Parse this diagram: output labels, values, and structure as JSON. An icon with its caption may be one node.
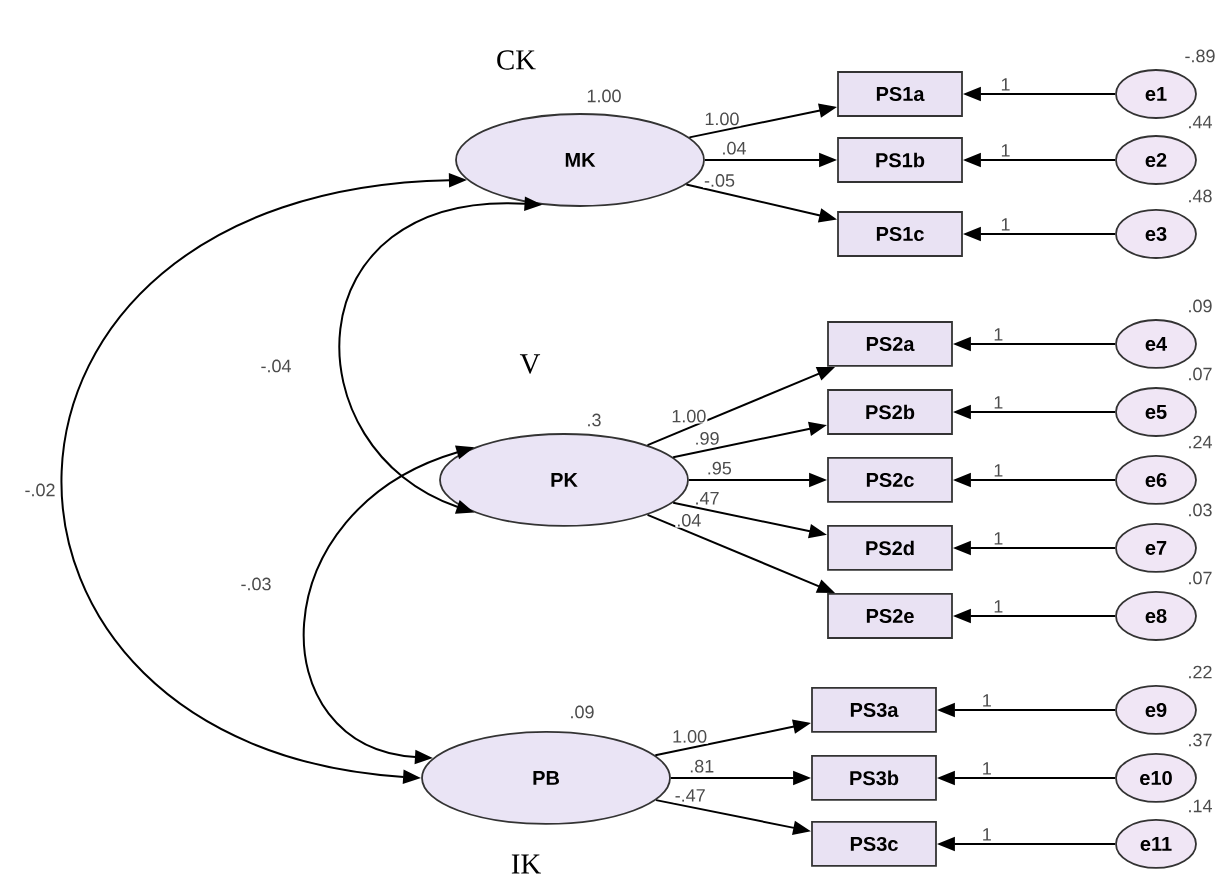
{
  "diagram": {
    "nodes": [
      {
        "text": [
          "MK"
        ],
        "beside": [
          "1.00"
        ]
      },
      {
        "text": [
          "PK"
        ],
        "beside": [
          ".3"
        ]
      },
      {
        "text": [
          "PB"
        ],
        "beside": [
          ".09"
        ]
      },
      {
        "text": [
          "PS1a"
        ]
      },
      {
        "text": [
          "PS1b"
        ]
      },
      {
        "text": [
          "PS1c"
        ]
      },
      {
        "text": [
          "PS2a"
        ]
      },
      {
        "text": [
          "PS2b"
        ]
      },
      {
        "text": [
          "PS2c"
        ]
      },
      {
        "text": [
          "PS2d"
        ]
      },
      {
        "text": [
          "PS2e"
        ]
      },
      {
        "text": [
          "PS3a"
        ]
      },
      {
        "text": [
          "PS3b"
        ]
      },
      {
        "text": [
          "PS3c"
        ]
      },
      {
        "text": [
          "e1"
        ],
        "beside": [
          "-.89"
        ]
      },
      {
        "text": [
          "e2"
        ],
        "beside": [
          ".44"
        ]
      },
      {
        "text": [
          "e3"
        ],
        "beside": [
          ".48"
        ]
      },
      {
        "text": [
          "e4"
        ],
        "beside": [
          ".09"
        ]
      },
      {
        "text": [
          "e5"
        ],
        "beside": [
          ".07"
        ]
      },
      {
        "text": [
          "e6"
        ],
        "beside": [
          ".24"
        ]
      },
      {
        "text": [
          "e7"
        ],
        "beside": [
          ".03"
        ]
      },
      {
        "text": [
          "e8"
        ],
        "beside": [
          ".07"
        ]
      },
      {
        "text": [
          "e9"
        ],
        "beside": [
          ".22"
        ]
      },
      {
        "text": [
          "e10"
        ],
        "beside": [
          ".37"
        ]
      },
      {
        "text": [
          "e11"
        ],
        "beside": [
          ".14"
        ]
      }
    ],
    "edges": [
      {
        "from": 0,
        "to": 3,
        "arrow": "to",
        "label": "1.00"
      },
      {
        "from": 0,
        "to": 4,
        "arrow": "to",
        "label": ".04"
      },
      {
        "from": 0,
        "to": 5,
        "arrow": "to",
        "label": "-.05"
      },
      {
        "from": 1,
        "to": 6,
        "arrow": "to",
        "label": "1.00"
      },
      {
        "from": 1,
        "to": 7,
        "arrow": "to",
        "label": ".99"
      },
      {
        "from": 1,
        "to": 8,
        "arrow": "to",
        "label": ".95"
      },
      {
        "from": 1,
        "to": 9,
        "arrow": "to",
        "label": ".47"
      },
      {
        "from": 1,
        "to": 10,
        "arrow": "to",
        "label": ".04"
      },
      {
        "from": 2,
        "to": 11,
        "arrow": "to",
        "label": "1.00"
      },
      {
        "from": 2,
        "to": 12,
        "arrow": "to",
        "label": ".81"
      },
      {
        "from": 2,
        "to": 13,
        "arrow": "to",
        "label": "-.47"
      },
      {
        "from": 14,
        "to": 3,
        "arrow": "to",
        "label": "1"
      },
      {
        "from": 15,
        "to": 4,
        "arrow": "to",
        "label": "1"
      },
      {
        "from": 16,
        "to": 5,
        "arrow": "to",
        "label": "1"
      },
      {
        "from": 17,
        "to": 6,
        "arrow": "to",
        "label": "1"
      },
      {
        "from": 18,
        "to": 7,
        "arrow": "to",
        "label": "1"
      },
      {
        "from": 19,
        "to": 8,
        "arrow": "to",
        "label": "1"
      },
      {
        "from": 20,
        "to": 9,
        "arrow": "to",
        "label": "1"
      },
      {
        "from": 21,
        "to": 10,
        "arrow": "to",
        "label": "1"
      },
      {
        "from": 22,
        "to": 11,
        "arrow": "to",
        "label": "1"
      },
      {
        "from": 23,
        "to": 12,
        "arrow": "to",
        "label": "1"
      },
      {
        "from": 24,
        "to": 13,
        "arrow": "to",
        "label": "1"
      },
      {
        "from": 0,
        "to": 1,
        "arrow": "both",
        "label": "-.04"
      },
      {
        "from": 1,
        "to": 2,
        "arrow": "both",
        "label": "-.03"
      },
      {
        "from": 0,
        "to": 2,
        "arrow": "both",
        "label": "-.02"
      }
    ],
    "labels": [
      "CK",
      "V",
      "IK"
    ]
  }
}
